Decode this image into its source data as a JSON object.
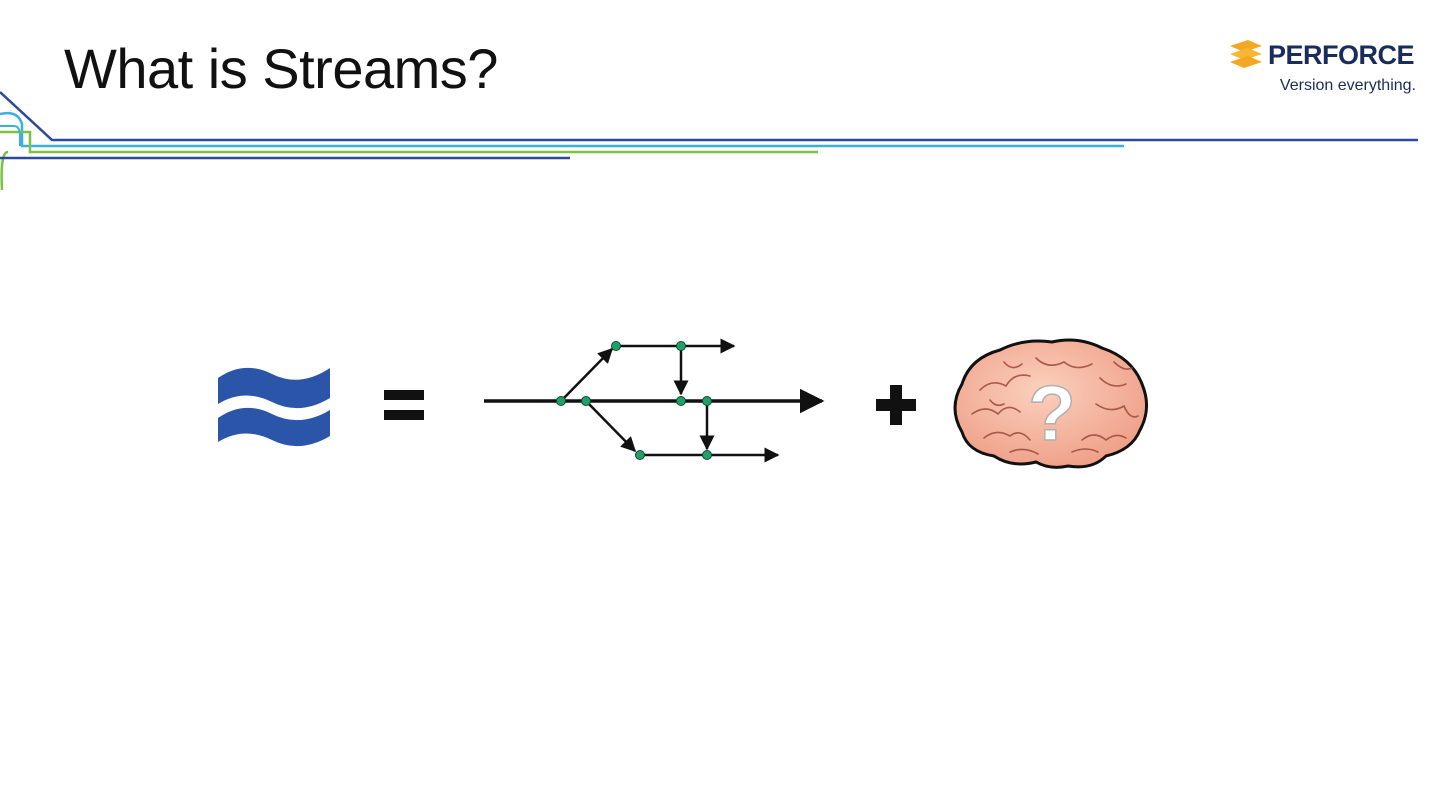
{
  "slide": {
    "title": "What is Streams?"
  },
  "logo": {
    "name": "PERFORCE",
    "tagline": "Version everything.",
    "mark_icon": "perforce-layers-icon",
    "brand_color": "#f5a623",
    "text_color": "#1a2c5b"
  },
  "equation": {
    "terms": [
      {
        "icon": "streams-waves-icon",
        "color": "#2a55a8"
      },
      {
        "operator": "equals-icon"
      },
      {
        "icon": "branching-diagram-icon"
      },
      {
        "operator": "plus-icon"
      },
      {
        "icon": "brain-question-icon",
        "color": "#f4b29a"
      }
    ],
    "brain_overlay": "?"
  },
  "decoration": {
    "line_colors": [
      "#2b4a9c",
      "#3ab0e0",
      "#7cc242"
    ]
  }
}
